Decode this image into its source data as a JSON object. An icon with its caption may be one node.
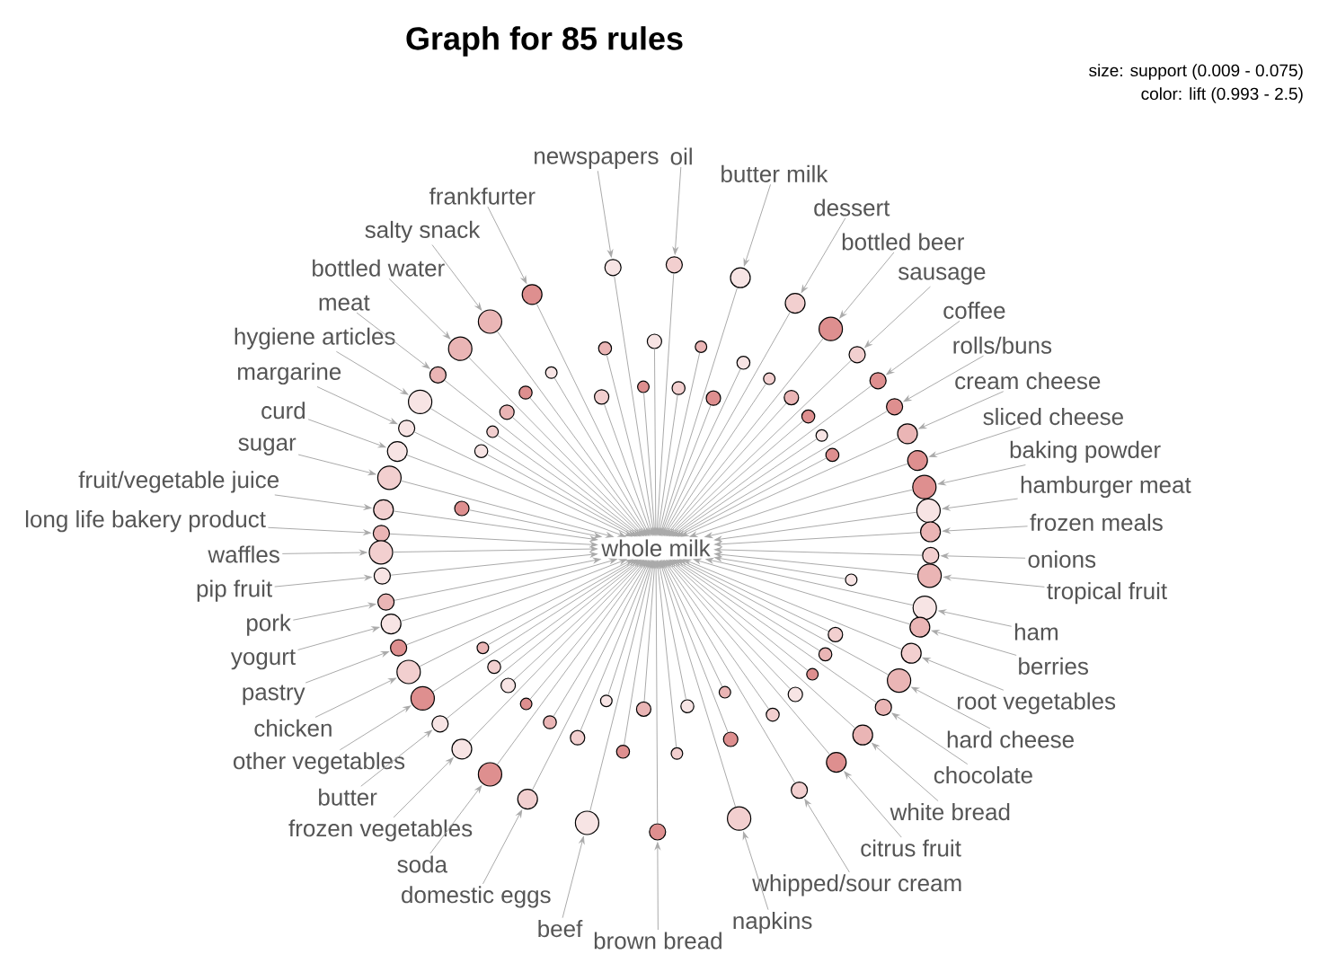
{
  "diagram": {
    "title": "Graph for 85 rules",
    "nodes": [
      {
        "text": [
          "newspapers"
        ]
      },
      {
        "text": [
          "frankfurter"
        ]
      },
      {
        "text": [
          "salty snack"
        ]
      },
      {
        "text": [
          "oil"
        ]
      },
      {
        "text": [
          "butter milk"
        ]
      },
      {
        "text": [
          "bottled beer"
        ]
      },
      {
        "text": [
          "meat"
        ]
      },
      {
        "text": [
          "dessert"
        ]
      },
      {
        "text": [
          "hygiene articles"
        ]
      },
      {
        "text": [
          "coffee"
        ]
      },
      {
        "text": [
          "cream cheese"
        ]
      },
      {
        "text": [
          "sugar"
        ]
      },
      {
        "text": [
          "margarine"
        ]
      },
      {
        "text": [
          "sliced cheese"
        ]
      },
      {
        "text": [
          "bottled water"
        ]
      },
      {
        "text": [
          "sausage"
        ]
      },
      {
        "text": [
          "curd"
        ]
      },
      {
        "text": [
          "baking powder"
        ]
      },
      {
        "text": [
          "long life bakery product"
        ]
      },
      {
        "text": [
          "fruit/vegetable juice"
        ]
      },
      {
        "text": [
          "hamburger meat"
        ]
      },
      {
        "text": [
          "rolls/buns"
        ]
      },
      {
        "text": [
          "frozen meals"
        ]
      },
      {
        "text": [
          "waffles"
        ]
      },
      {
        "text": [
          "pip fruit"
        ]
      },
      {
        "text": [
          "whole milk"
        ]
      },
      {
        "text": [
          "tropical fruit"
        ]
      },
      {
        "text": [
          "onions"
        ]
      },
      {
        "text": [
          "yogurt"
        ]
      },
      {
        "text": [
          "other vegetables"
        ]
      },
      {
        "text": [
          "pork"
        ]
      },
      {
        "text": [
          "root vegetables"
        ]
      },
      {
        "text": [
          "ham"
        ]
      },
      {
        "text": [
          "pastry"
        ]
      },
      {
        "text": [
          "berries"
        ]
      },
      {
        "text": [
          "chicken"
        ]
      },
      {
        "text": [
          "butter"
        ]
      },
      {
        "text": [
          "citrus fruit"
        ]
      },
      {
        "text": [
          "hard cheese"
        ]
      },
      {
        "text": [
          "whipped/sour cream"
        ]
      },
      {
        "text": [
          "frozen vegetables"
        ]
      },
      {
        "text": [
          "soda"
        ]
      },
      {
        "text": [
          "chocolate"
        ]
      },
      {
        "text": [
          "domestic eggs"
        ]
      },
      {
        "text": [
          "beef"
        ]
      },
      {
        "text": [
          "brown bread"
        ]
      },
      {
        "text": [
          "white bread"
        ]
      },
      {
        "text": [
          "napkins"
        ]
      },
      {
        "text": [],
        "shape": "circle"
      },
      {
        "text": [],
        "shape": "circle"
      },
      {
        "text": [],
        "shape": "circle"
      },
      {
        "text": [],
        "shape": "circle"
      },
      {
        "text": [],
        "shape": "circle"
      },
      {
        "text": [],
        "shape": "circle"
      },
      {
        "text": [],
        "shape": "circle"
      },
      {
        "text": [],
        "shape": "circle"
      },
      {
        "text": [],
        "shape": "circle"
      },
      {
        "text": [],
        "shape": "circle"
      },
      {
        "text": [],
        "shape": "circle"
      },
      {
        "text": [],
        "shape": "circle"
      },
      {
        "text": [],
        "shape": "circle"
      },
      {
        "text": [],
        "shape": "circle"
      },
      {
        "text": [],
        "shape": "circle"
      },
      {
        "text": [],
        "shape": "circle"
      },
      {
        "text": [],
        "shape": "circle"
      },
      {
        "text": [],
        "shape": "circle"
      },
      {
        "text": [],
        "shape": "circle"
      },
      {
        "text": [],
        "shape": "circle"
      },
      {
        "text": [],
        "shape": "circle"
      },
      {
        "text": [],
        "shape": "circle"
      },
      {
        "text": [],
        "shape": "circle"
      },
      {
        "text": [],
        "shape": "circle"
      },
      {
        "text": [],
        "shape": "circle"
      },
      {
        "text": [],
        "shape": "circle"
      },
      {
        "text": [],
        "shape": "circle"
      },
      {
        "text": [],
        "shape": "circle"
      },
      {
        "text": [],
        "shape": "circle"
      },
      {
        "text": [],
        "shape": "circle"
      },
      {
        "text": [],
        "shape": "circle"
      },
      {
        "text": [],
        "shape": "circle"
      },
      {
        "text": [],
        "shape": "circle"
      },
      {
        "text": [],
        "shape": "circle"
      },
      {
        "text": [],
        "shape": "circle"
      },
      {
        "text": [],
        "shape": "circle"
      },
      {
        "text": [],
        "shape": "circle"
      },
      {
        "text": [],
        "shape": "circle"
      },
      {
        "text": [],
        "shape": "circle"
      },
      {
        "text": [],
        "shape": "circle"
      },
      {
        "text": [],
        "shape": "circle"
      },
      {
        "text": [],
        "shape": "circle"
      },
      {
        "text": [],
        "shape": "circle"
      },
      {
        "text": [],
        "shape": "circle"
      },
      {
        "text": [],
        "shape": "circle"
      },
      {
        "text": [],
        "shape": "circle"
      },
      {
        "text": [],
        "shape": "circle"
      },
      {
        "text": [],
        "shape": "circle"
      },
      {
        "text": [],
        "shape": "circle"
      },
      {
        "text": [],
        "shape": "circle"
      },
      {
        "text": [],
        "shape": "circle"
      },
      {
        "text": [],
        "shape": "circle"
      },
      {
        "text": [],
        "shape": "circle"
      },
      {
        "text": [],
        "shape": "circle"
      },
      {
        "text": [],
        "shape": "circle"
      },
      {
        "text": [],
        "shape": "circle"
      },
      {
        "text": [],
        "shape": "circle"
      },
      {
        "text": [],
        "shape": "circle"
      },
      {
        "text": [],
        "shape": "circle"
      },
      {
        "text": [],
        "shape": "circle"
      },
      {
        "text": [],
        "shape": "circle"
      },
      {
        "text": [],
        "shape": "circle"
      },
      {
        "text": [],
        "shape": "circle"
      },
      {
        "text": [],
        "shape": "circle"
      },
      {
        "text": [],
        "shape": "circle"
      },
      {
        "text": [],
        "shape": "circle"
      },
      {
        "text": [],
        "shape": "circle"
      },
      {
        "text": [],
        "shape": "circle"
      },
      {
        "text": [],
        "shape": "circle"
      },
      {
        "text": [],
        "shape": "circle"
      },
      {
        "text": [],
        "shape": "circle"
      },
      {
        "text": [],
        "shape": "circle"
      },
      {
        "text": [],
        "shape": "circle"
      },
      {
        "text": [],
        "shape": "circle"
      },
      {
        "text": [],
        "shape": "circle"
      },
      {
        "text": [],
        "shape": "circle"
      },
      {
        "text": [],
        "shape": "circle"
      },
      {
        "text": [],
        "shape": "circle"
      },
      {
        "text": [],
        "shape": "circle"
      },
      {
        "text": [],
        "shape": "circle"
      },
      {
        "text": [],
        "shape": "circle"
      },
      {
        "text": [],
        "shape": "circle"
      },
      {
        "text": [],
        "shape": "circle"
      },
      {
        "text": [],
        "shape": "circle"
      },
      {
        "text": [],
        "shape": "circle"
      }
    ],
    "edges": [
      {
        "from": 0,
        "to": 48,
        "arrow": "to"
      },
      {
        "from": 1,
        "to": 49,
        "arrow": "to"
      },
      {
        "from": 2,
        "to": 50,
        "arrow": "to"
      },
      {
        "from": 3,
        "to": 51,
        "arrow": "to"
      },
      {
        "from": 4,
        "to": 52,
        "arrow": "to"
      },
      {
        "from": 5,
        "to": 53,
        "arrow": "to"
      },
      {
        "from": 6,
        "to": 54,
        "arrow": "to"
      },
      {
        "from": 7,
        "to": 55,
        "arrow": "to"
      },
      {
        "from": 8,
        "to": 56,
        "arrow": "to"
      },
      {
        "from": 9,
        "to": 57,
        "arrow": "to"
      },
      {
        "from": 10,
        "to": 58,
        "arrow": "to"
      },
      {
        "from": 11,
        "to": 59,
        "arrow": "to"
      },
      {
        "from": 12,
        "to": 60,
        "arrow": "to"
      },
      {
        "from": 13,
        "to": 61,
        "arrow": "to"
      },
      {
        "from": 14,
        "to": 62,
        "arrow": "to"
      },
      {
        "from": 15,
        "to": 63,
        "arrow": "to"
      },
      {
        "from": 16,
        "to": 64,
        "arrow": "to"
      },
      {
        "from": 17,
        "to": 65,
        "arrow": "to"
      },
      {
        "from": 18,
        "to": 66,
        "arrow": "to"
      },
      {
        "from": 19,
        "to": 67,
        "arrow": "to"
      },
      {
        "from": 20,
        "to": 68,
        "arrow": "to"
      },
      {
        "from": 21,
        "to": 69,
        "arrow": "to"
      },
      {
        "from": 22,
        "to": 70,
        "arrow": "to"
      },
      {
        "from": 23,
        "to": 71,
        "arrow": "to"
      },
      {
        "from": 24,
        "to": 72,
        "arrow": "to"
      },
      {
        "from": 26,
        "to": 74,
        "arrow": "to"
      },
      {
        "from": 27,
        "to": 75,
        "arrow": "to"
      },
      {
        "from": 28,
        "to": 76,
        "arrow": "to"
      },
      {
        "from": 29,
        "to": 77,
        "arrow": "to"
      },
      {
        "from": 30,
        "to": 78,
        "arrow": "to"
      },
      {
        "from": 31,
        "to": 79,
        "arrow": "to"
      },
      {
        "from": 32,
        "to": 80,
        "arrow": "to"
      },
      {
        "from": 33,
        "to": 81,
        "arrow": "to"
      },
      {
        "from": 34,
        "to": 82,
        "arrow": "to"
      },
      {
        "from": 35,
        "to": 83,
        "arrow": "to"
      },
      {
        "from": 36,
        "to": 84,
        "arrow": "to"
      },
      {
        "from": 37,
        "to": 85,
        "arrow": "to"
      },
      {
        "from": 38,
        "to": 86,
        "arrow": "to"
      },
      {
        "from": 39,
        "to": 87,
        "arrow": "to"
      },
      {
        "from": 40,
        "to": 88,
        "arrow": "to"
      },
      {
        "from": 41,
        "to": 89,
        "arrow": "to"
      },
      {
        "from": 42,
        "to": 90,
        "arrow": "to"
      },
      {
        "from": 43,
        "to": 91,
        "arrow": "to"
      },
      {
        "from": 44,
        "to": 92,
        "arrow": "to"
      },
      {
        "from": 45,
        "to": 93,
        "arrow": "to"
      },
      {
        "from": 46,
        "to": 94,
        "arrow": "to"
      },
      {
        "from": 47,
        "to": 95,
        "arrow": "to"
      },
      {
        "from": 48,
        "to": 25,
        "arrow": "to"
      },
      {
        "from": 49,
        "to": 25,
        "arrow": "to"
      },
      {
        "from": 50,
        "to": 25,
        "arrow": "to"
      },
      {
        "from": 51,
        "to": 25,
        "arrow": "to"
      },
      {
        "from": 52,
        "to": 25,
        "arrow": "to"
      },
      {
        "from": 53,
        "to": 25,
        "arrow": "to"
      },
      {
        "from": 54,
        "to": 25,
        "arrow": "to"
      },
      {
        "from": 55,
        "to": 25,
        "arrow": "to"
      },
      {
        "from": 56,
        "to": 25,
        "arrow": "to"
      },
      {
        "from": 57,
        "to": 25,
        "arrow": "to"
      },
      {
        "from": 58,
        "to": 25,
        "arrow": "to"
      },
      {
        "from": 59,
        "to": 25,
        "arrow": "to"
      },
      {
        "from": 60,
        "to": 25,
        "arrow": "to"
      },
      {
        "from": 61,
        "to": 25,
        "arrow": "to"
      },
      {
        "from": 62,
        "to": 25,
        "arrow": "to"
      },
      {
        "from": 63,
        "to": 25,
        "arrow": "to"
      },
      {
        "from": 64,
        "to": 25,
        "arrow": "to"
      },
      {
        "from": 65,
        "to": 25,
        "arrow": "to"
      },
      {
        "from": 66,
        "to": 25,
        "arrow": "to"
      },
      {
        "from": 67,
        "to": 25,
        "arrow": "to"
      },
      {
        "from": 68,
        "to": 25,
        "arrow": "to"
      },
      {
        "from": 69,
        "to": 25,
        "arrow": "to"
      },
      {
        "from": 70,
        "to": 25,
        "arrow": "to"
      },
      {
        "from": 71,
        "to": 25,
        "arrow": "to"
      },
      {
        "from": 72,
        "to": 25,
        "arrow": "to"
      },
      {
        "from": 73,
        "to": 25,
        "arrow": "to"
      },
      {
        "from": 74,
        "to": 25,
        "arrow": "to"
      },
      {
        "from": 75,
        "to": 25,
        "arrow": "to"
      },
      {
        "from": 76,
        "to": 25,
        "arrow": "to"
      },
      {
        "from": 77,
        "to": 25,
        "arrow": "to"
      },
      {
        "from": 78,
        "to": 25,
        "arrow": "to"
      },
      {
        "from": 79,
        "to": 25,
        "arrow": "to"
      },
      {
        "from": 80,
        "to": 25,
        "arrow": "to"
      },
      {
        "from": 81,
        "to": 25,
        "arrow": "to"
      },
      {
        "from": 82,
        "to": 25,
        "arrow": "to"
      },
      {
        "from": 83,
        "to": 25,
        "arrow": "to"
      },
      {
        "from": 84,
        "to": 25,
        "arrow": "to"
      },
      {
        "from": 85,
        "to": 25,
        "arrow": "to"
      },
      {
        "from": 86,
        "to": 25,
        "arrow": "to"
      },
      {
        "from": 87,
        "to": 25,
        "arrow": "to"
      },
      {
        "from": 88,
        "to": 25,
        "arrow": "to"
      },
      {
        "from": 89,
        "to": 25,
        "arrow": "to"
      },
      {
        "from": 90,
        "to": 25,
        "arrow": "to"
      },
      {
        "from": 91,
        "to": 25,
        "arrow": "to"
      },
      {
        "from": 92,
        "to": 25,
        "arrow": "to"
      },
      {
        "from": 93,
        "to": 25,
        "arrow": "to"
      },
      {
        "from": 94,
        "to": 25,
        "arrow": "to"
      },
      {
        "from": 95,
        "to": 25,
        "arrow": "to"
      },
      {
        "from": 96,
        "to": 25,
        "arrow": "to"
      },
      {
        "from": 97,
        "to": 25,
        "arrow": "to"
      },
      {
        "from": 98,
        "to": 25,
        "arrow": "to"
      },
      {
        "from": 99,
        "to": 25,
        "arrow": "to"
      },
      {
        "from": 100,
        "to": 25,
        "arrow": "to"
      },
      {
        "from": 101,
        "to": 25,
        "arrow": "to"
      },
      {
        "from": 102,
        "to": 25,
        "arrow": "to"
      },
      {
        "from": 103,
        "to": 25,
        "arrow": "to"
      },
      {
        "from": 104,
        "to": 25,
        "arrow": "to"
      },
      {
        "from": 105,
        "to": 25,
        "arrow": "to"
      },
      {
        "from": 106,
        "to": 25,
        "arrow": "to"
      },
      {
        "from": 107,
        "to": 25,
        "arrow": "to"
      },
      {
        "from": 108,
        "to": 25,
        "arrow": "to"
      },
      {
        "from": 109,
        "to": 25,
        "arrow": "to"
      },
      {
        "from": 110,
        "to": 25,
        "arrow": "to"
      },
      {
        "from": 111,
        "to": 25,
        "arrow": "to"
      },
      {
        "from": 112,
        "to": 25,
        "arrow": "to"
      },
      {
        "from": 113,
        "to": 25,
        "arrow": "to"
      },
      {
        "from": 114,
        "to": 25,
        "arrow": "to"
      },
      {
        "from": 115,
        "to": 25,
        "arrow": "to"
      },
      {
        "from": 116,
        "to": 25,
        "arrow": "to"
      },
      {
        "from": 117,
        "to": 25,
        "arrow": "to"
      },
      {
        "from": 118,
        "to": 25,
        "arrow": "to"
      },
      {
        "from": 119,
        "to": 25,
        "arrow": "to"
      },
      {
        "from": 120,
        "to": 25,
        "arrow": "to"
      },
      {
        "from": 121,
        "to": 25,
        "arrow": "to"
      },
      {
        "from": 122,
        "to": 25,
        "arrow": "to"
      },
      {
        "from": 123,
        "to": 25,
        "arrow": "to"
      },
      {
        "from": 124,
        "to": 25,
        "arrow": "to"
      },
      {
        "from": 125,
        "to": 25,
        "arrow": "to"
      },
      {
        "from": 126,
        "to": 25,
        "arrow": "to"
      },
      {
        "from": 127,
        "to": 25,
        "arrow": "to"
      },
      {
        "from": 128,
        "to": 25,
        "arrow": "to"
      },
      {
        "from": 129,
        "to": 25,
        "arrow": "to"
      },
      {
        "from": 130,
        "to": 25,
        "arrow": "to"
      },
      {
        "from": 131,
        "to": 25,
        "arrow": "to"
      },
      {
        "from": 132,
        "to": 25,
        "arrow": "to"
      }
    ],
    "labels": [
      "size: support (0.009 - 0.075)",
      "color: lift (0.993 - 2.5)"
    ]
  }
}
